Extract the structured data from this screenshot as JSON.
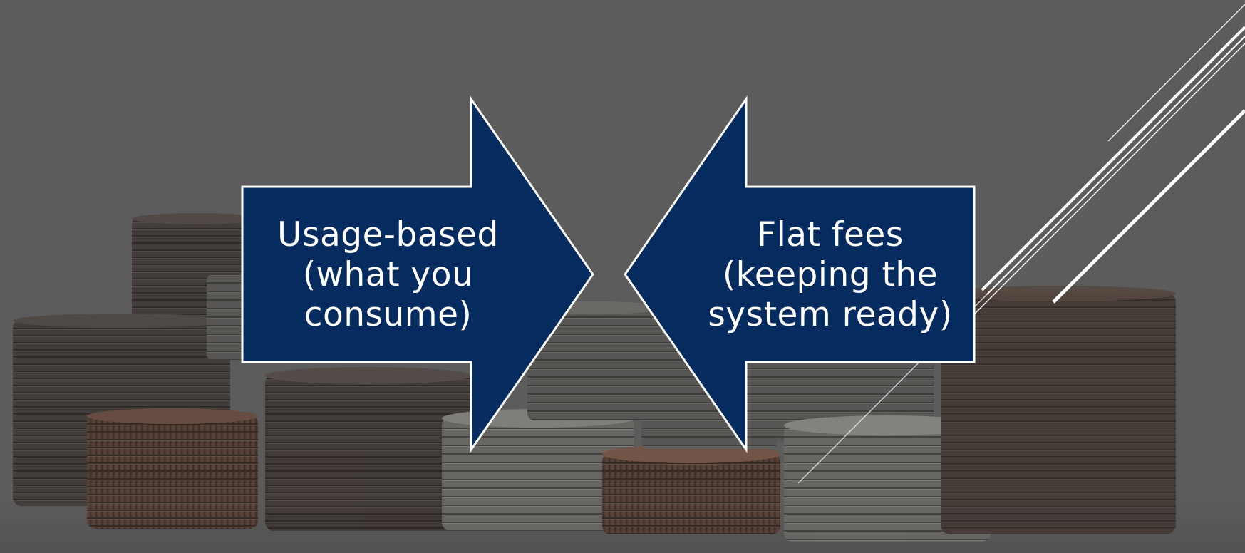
{
  "slide": {
    "background_color": "#5c5c5c",
    "arrow_fill_color": "#062c5f",
    "arrow_border_color": "#ffffff",
    "left_arrow": {
      "lines": [
        "Usage-based",
        "(what you",
        "consume)"
      ],
      "direction": "right"
    },
    "right_arrow": {
      "lines": [
        "Flat fees",
        "(keeping the",
        "system ready)"
      ],
      "direction": "left"
    },
    "background_image": "coin-stacks-photo",
    "decoration": "diagonal-lines"
  }
}
